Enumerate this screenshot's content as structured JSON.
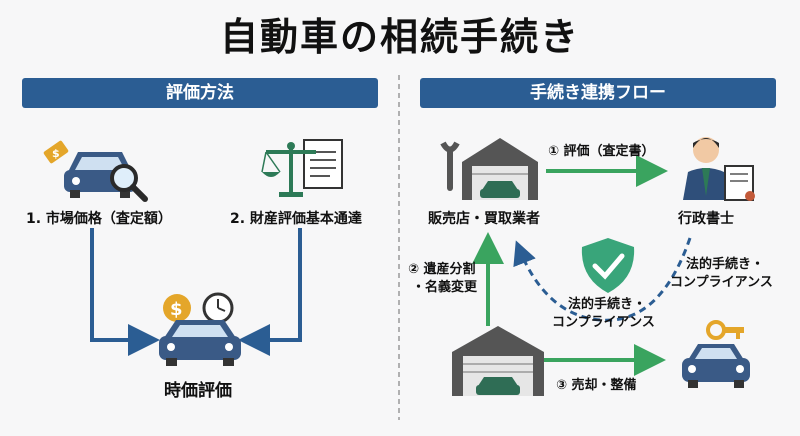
{
  "title": "自動車の相続手続き",
  "left": {
    "banner": "評価方法",
    "item1": "1. 市場価格（査定額）",
    "item2": "2. 財産評価基本通達",
    "result": "時価評価"
  },
  "right": {
    "banner": "手続き連携フロー",
    "dealer": "販売店・買取業者",
    "scrivener": "行政書士",
    "step1": "① 評価（査定書）",
    "step2_line1": "② 遺産分割",
    "step2_line2": "・名義変更",
    "step3": "③ 売却・整備",
    "legal_right_line1": "法的手続き・",
    "legal_right_line2": "コンプライアンス",
    "legal_center_line1": "法的手続き・",
    "legal_center_line2": "コンプライアンス"
  },
  "colors": {
    "banner": "#2b5d93",
    "arrow_blue": "#2b5d93",
    "arrow_green": "#3aa45f",
    "car": "#3a5a86",
    "dollar": "#e4a62a"
  }
}
